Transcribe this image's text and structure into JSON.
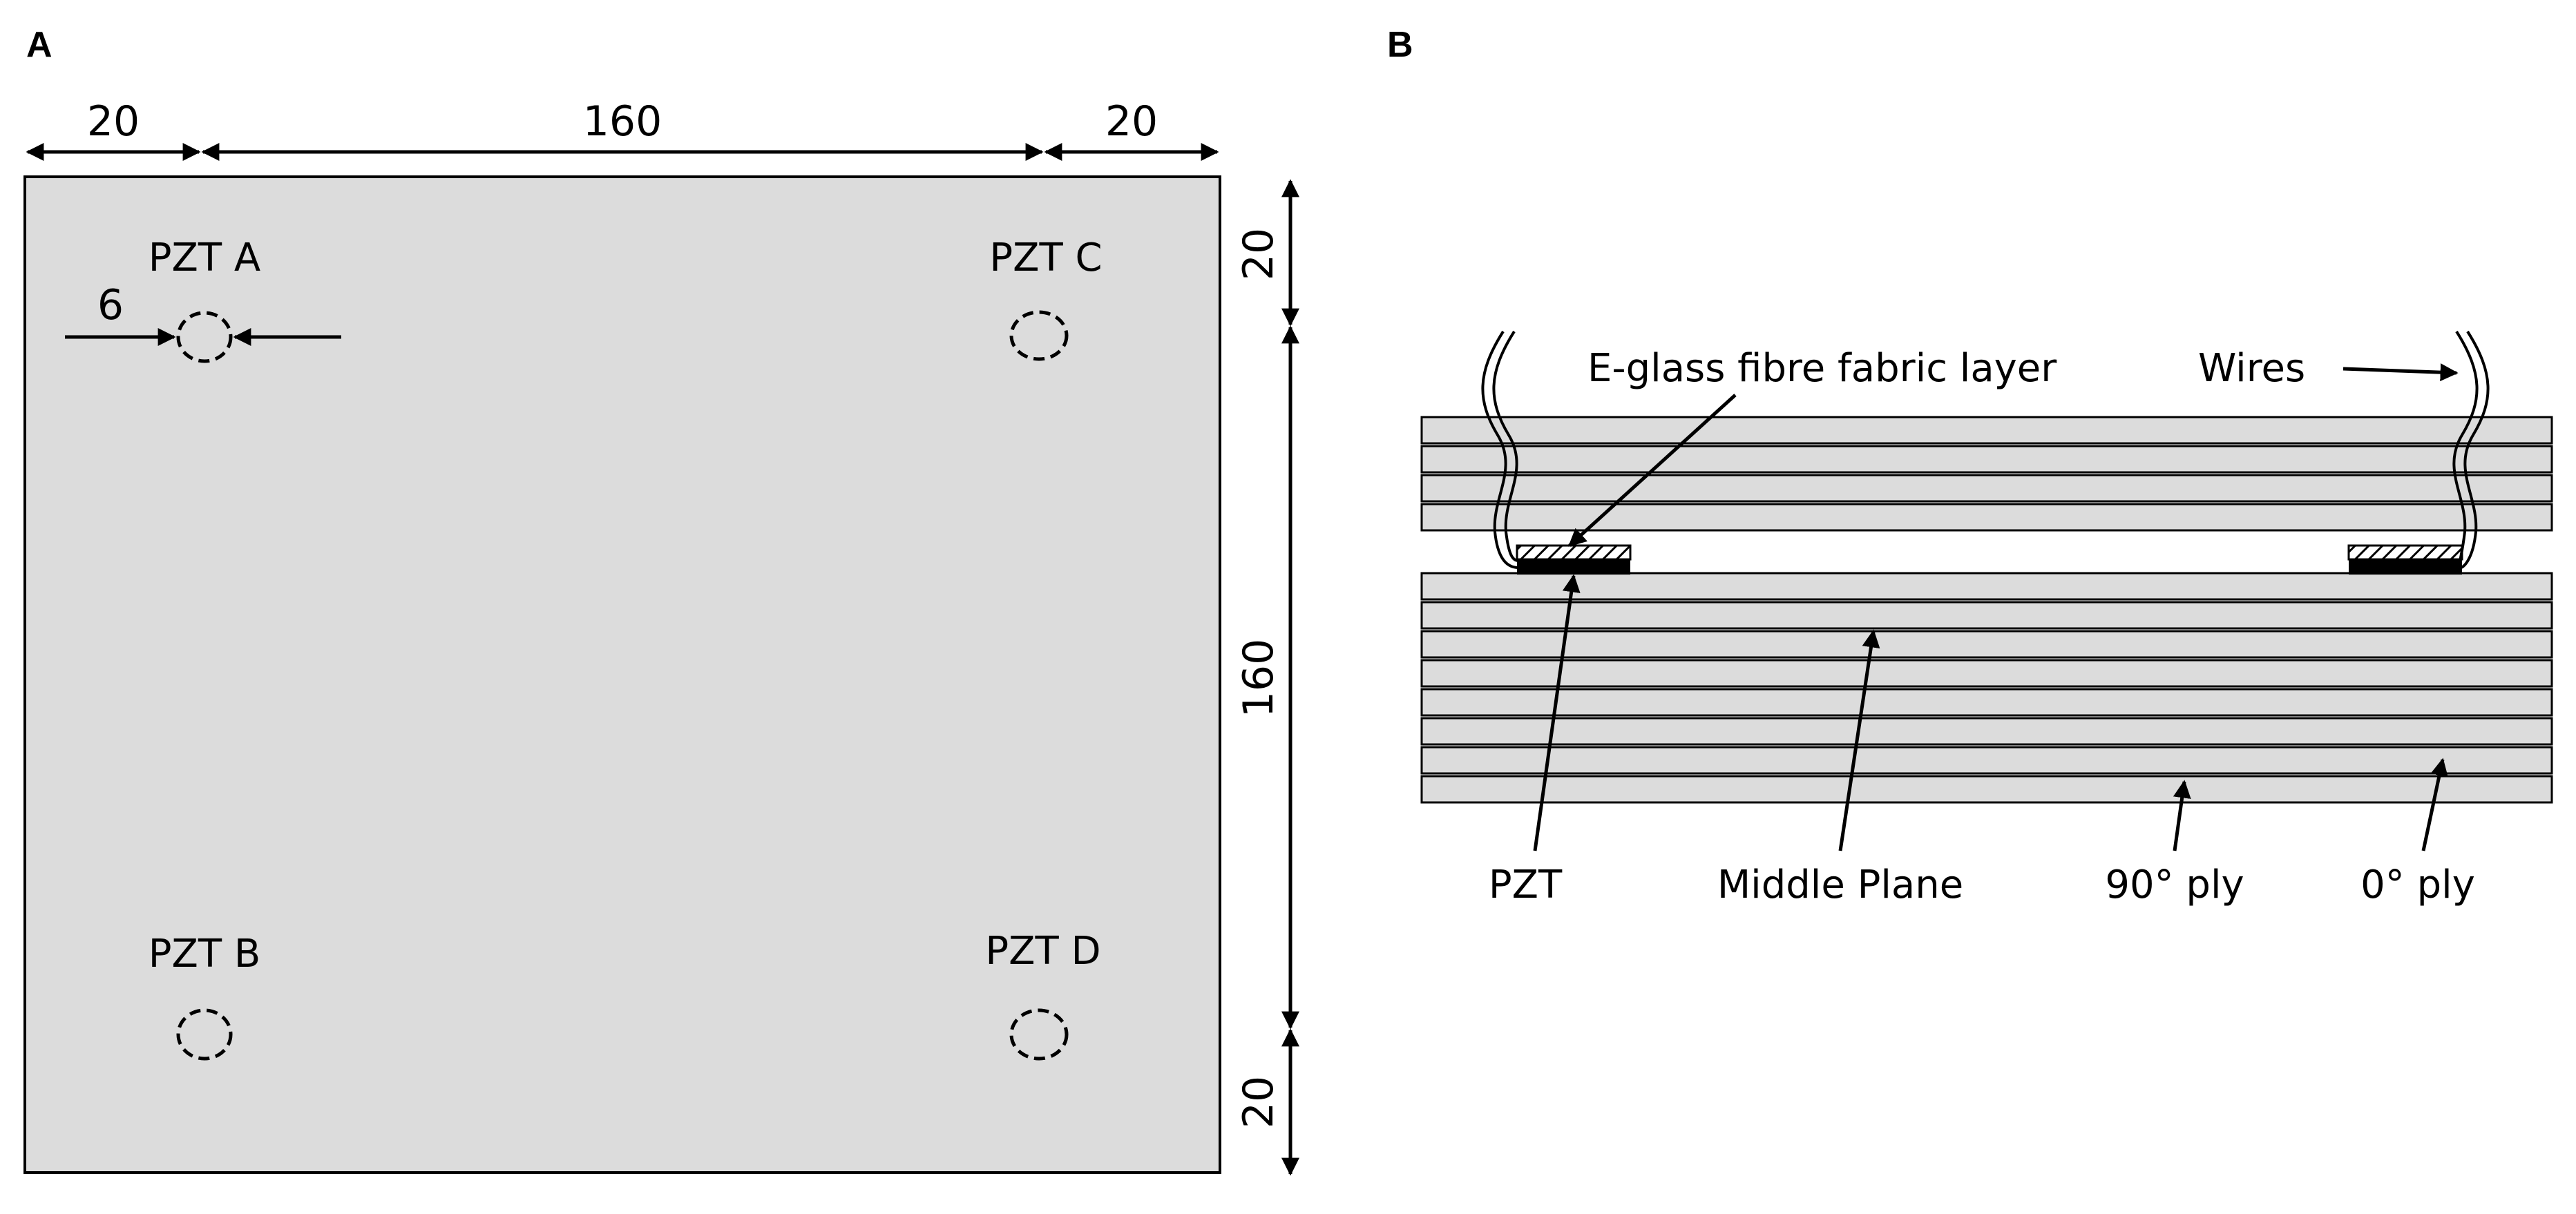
{
  "panel_a": {
    "letter": "A",
    "dimensions": {
      "top_left": "20",
      "top_middle": "160",
      "top_right": "20",
      "right_top": "20",
      "right_middle": "160",
      "right_bottom": "20",
      "diameter": "6"
    },
    "sensors": [
      {
        "label": "PZT A"
      },
      {
        "label": "PZT C"
      },
      {
        "label": "PZT B"
      },
      {
        "label": "PZT D"
      }
    ]
  },
  "panel_b": {
    "letter": "B",
    "labels": {
      "fabric_layer": "E-glass fibre fabric layer",
      "wires": "Wires",
      "pzt": "PZT",
      "middle_plane": "Middle Plane",
      "ply_90": "90° ply",
      "ply_0": "0° ply"
    }
  },
  "colors": {
    "plate_fill": "#dcdcdc",
    "stroke": "#000000",
    "background": "#ffffff"
  }
}
